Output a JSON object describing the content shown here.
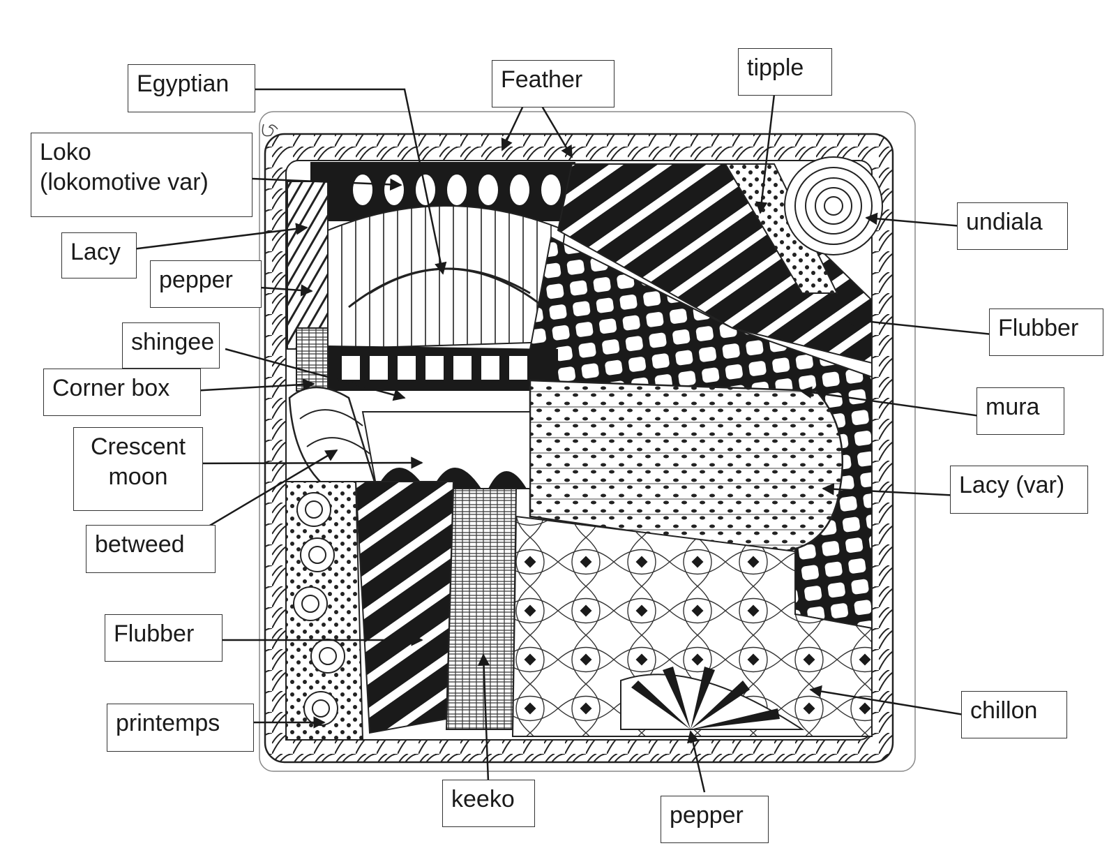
{
  "labels": {
    "egyptian": "Egyptian",
    "feather": "Feather",
    "tipple": "tipple",
    "loko_line1": "Loko",
    "loko_line2": "(lokomotive var)",
    "lacy": "Lacy",
    "undiala": "undiala",
    "pepper_left": "pepper",
    "flubber_right": "Flubber",
    "shingee": "shingee",
    "corner_box": "Corner box",
    "mura": "mura",
    "crescent_line1": "Crescent",
    "crescent_line2": "moon",
    "lacy_var": "Lacy (var)",
    "betweed": "betweed",
    "flubber_left": "Flubber",
    "chillon": "chillon",
    "printemps": "printemps",
    "keeko": "keeko",
    "pepper_bottom": "pepper"
  },
  "colors": {
    "ink": "#1a1a1a",
    "paper": "#ffffff",
    "shade": "#555555"
  }
}
